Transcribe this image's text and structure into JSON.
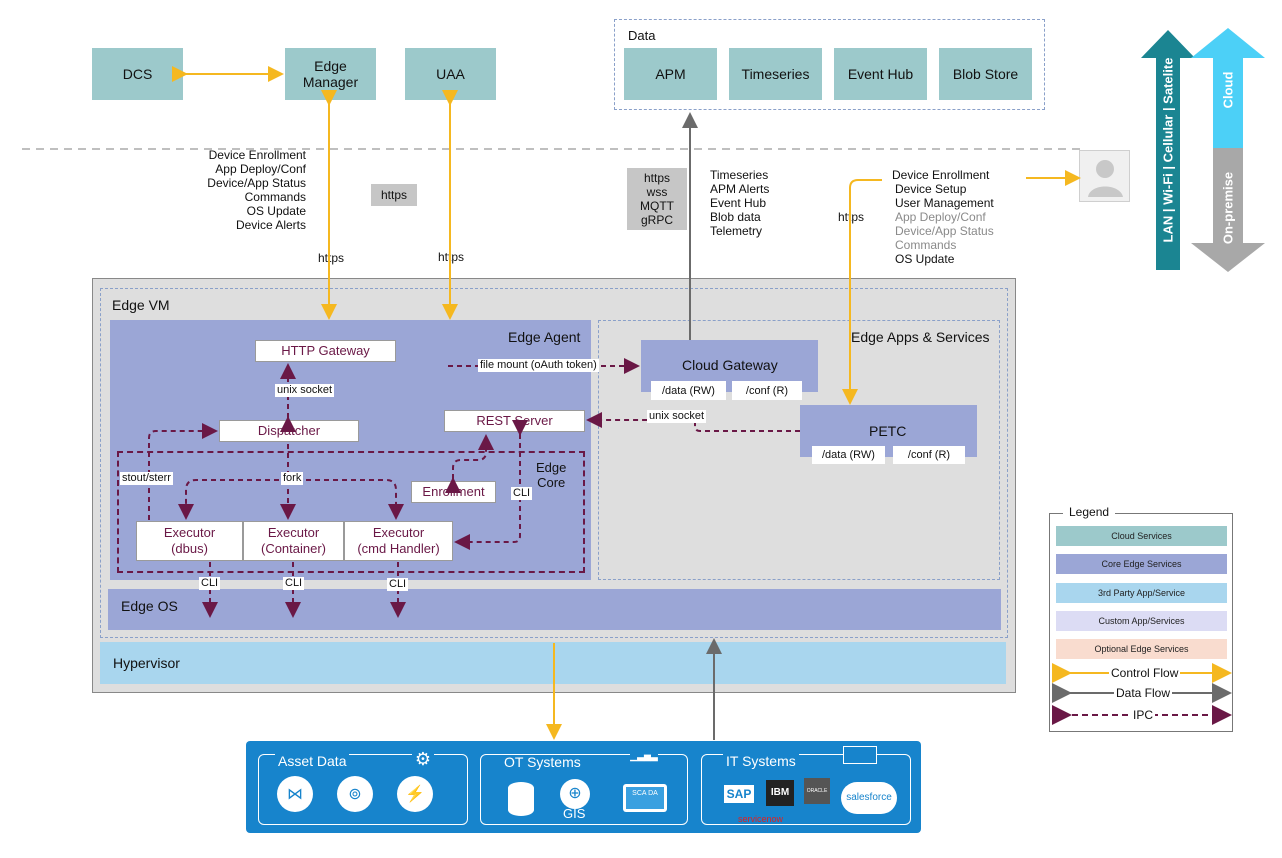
{
  "cloud": {
    "dcs": "DCS",
    "edge_manager_l1": "Edge",
    "edge_manager_l2": "Manager",
    "uaa": "UAA",
    "data_group": "Data",
    "apm": "APM",
    "timeseries": "Timeseries",
    "event_hub": "Event Hub",
    "blob_store": "Blob Store"
  },
  "em_flows": [
    "Device Enrollment",
    "App Deploy/Conf",
    "Device/App Status",
    "Commands",
    "OS Update",
    "Device Alerts"
  ],
  "https_box": "https",
  "https_label": "https",
  "protocols": [
    "https",
    "wss",
    "MQTT",
    "gRPC"
  ],
  "data_flows": [
    "Timeseries",
    "APM Alerts",
    "Event Hub",
    "Blob data",
    "Telemetry"
  ],
  "device_flows": [
    {
      "t": "Device Enrollment",
      "muted": false
    },
    {
      "t": "Device Setup",
      "muted": false
    },
    {
      "t": "User Management",
      "muted": false
    },
    {
      "t": "App Deploy/Conf",
      "muted": true
    },
    {
      "t": "Device/App Status",
      "muted": true
    },
    {
      "t": "Commands",
      "muted": true
    },
    {
      "t": "OS Update",
      "muted": false
    }
  ],
  "side": {
    "lan": "LAN | Wi-Fi | Cellular | Satelite",
    "cloud": "Cloud",
    "onprem": "On-premise"
  },
  "edge": {
    "vm": "Edge VM",
    "agent": "Edge Agent",
    "apps": "Edge Apps & Services",
    "http_gateway": "HTTP Gateway",
    "unix_socket": "unix socket",
    "dispatcher": "Dispatcher",
    "rest_server": "REST Server",
    "file_mount": "file mount (oAuth token)",
    "unix_socket2": "unix socket",
    "cloud_gateway": "Cloud Gateway",
    "cg_data": "/data (RW)",
    "cg_conf": "/conf (R)",
    "petc": "PETC",
    "petc_data": "/data (RW)",
    "petc_conf": "/conf (R)",
    "stout": "stout/sterr",
    "fork": "fork",
    "core_l1": "Edge",
    "core_l2": "Core",
    "enrollment": "Enrollment",
    "cli": "CLI",
    "exec1_l1": "Executor",
    "exec1_l2": "(dbus)",
    "exec2_l1": "Executor",
    "exec2_l2": "(Container)",
    "exec3_l1": "Executor",
    "exec3_l2": "(cmd Handler)",
    "os": "Edge OS",
    "hypervisor": "Hypervisor"
  },
  "legend": {
    "title": "Legend",
    "items": [
      {
        "label": "Cloud Services",
        "color": "#9cc9cb"
      },
      {
        "label": "Core Edge Services",
        "color": "#9ba6d6"
      },
      {
        "label": "3rd Party App/Service",
        "color": "#a9d6ee"
      },
      {
        "label": "Custom App/Services",
        "color": "#dcdcf4"
      },
      {
        "label": "Optional Edge Services",
        "color": "#f9dccf"
      }
    ],
    "control": "Control Flow",
    "data": "Data Flow",
    "ipc": "IPC"
  },
  "bottom": {
    "asset": "Asset Data",
    "ot": "OT Systems",
    "gis": "GIS",
    "scada": "SCA DA",
    "it": "IT Systems",
    "sap": "SAP",
    "ibm": "IBM",
    "oracle": "ORACLE",
    "servicenow": "servicenow",
    "salesforce": "salesforce"
  },
  "colors": {
    "control": "#f5b820",
    "data": "#6b6b6b",
    "ipc": "#6a1846"
  }
}
